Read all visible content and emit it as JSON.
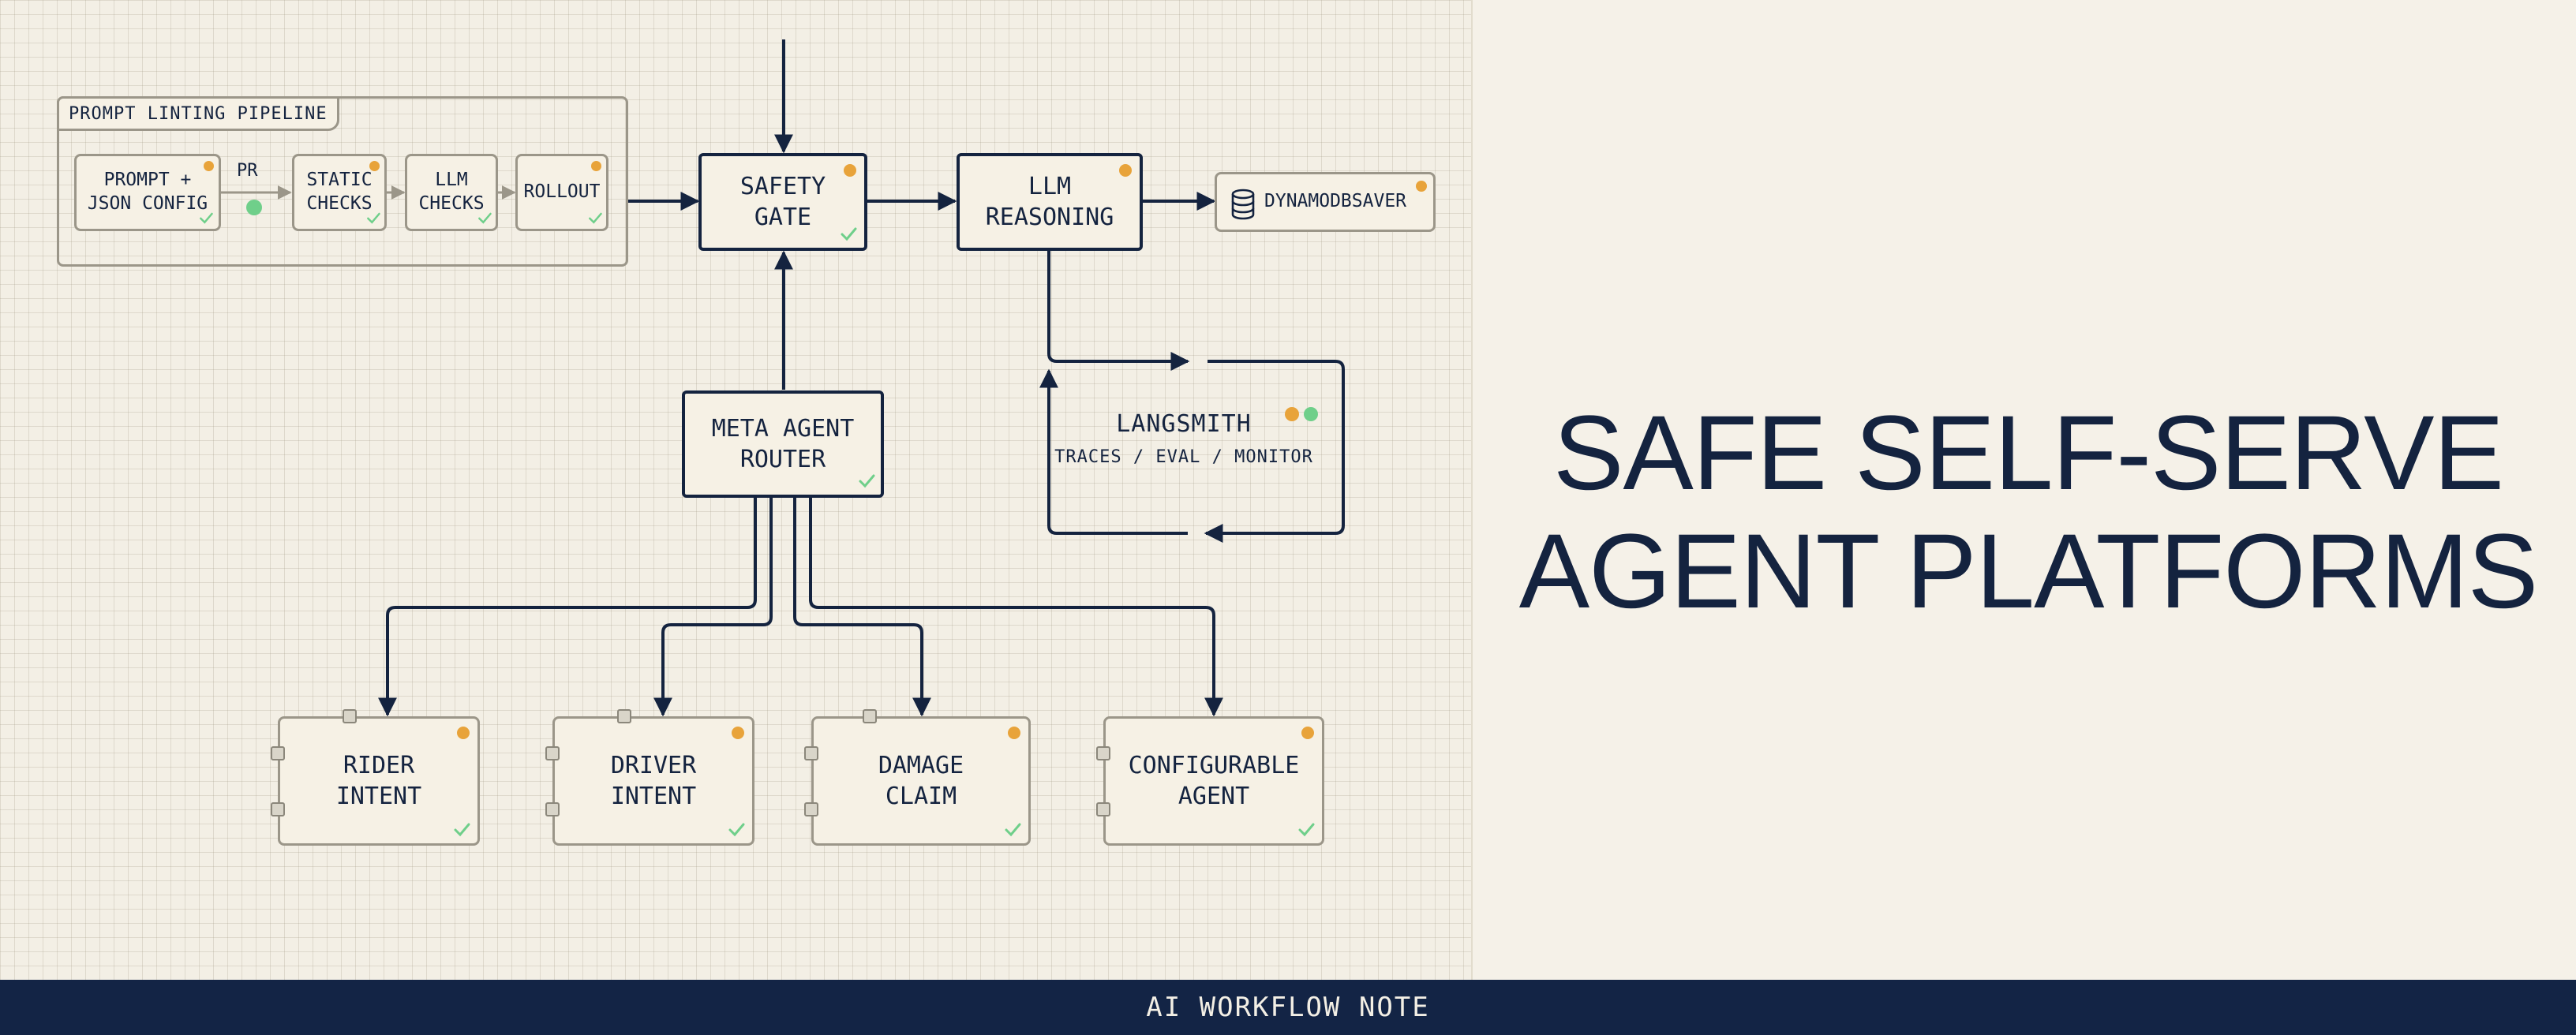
{
  "pipeline": {
    "title": "PROMPT LINTING PIPELINE",
    "steps": [
      {
        "label": "PROMPT +\nJSON CONFIG"
      },
      {
        "label": "STATIC\nCHECKS"
      },
      {
        "label": "LLM\nCHECKS"
      },
      {
        "label": "ROLLOUT"
      }
    ],
    "pr_label": "PR"
  },
  "nodes": {
    "safety_gate": "SAFETY\nGATE",
    "llm_reasoning": "LLM\nREASONING",
    "dynamodb_saver": "DYNAMODBSAVER",
    "meta_agent_router": "META AGENT\nROUTER",
    "langsmith_title": "LANGSMITH",
    "langsmith_subtitle": "TRACES / EVAL / MONITOR"
  },
  "agents": [
    {
      "label": "RIDER\nINTENT"
    },
    {
      "label": "DRIVER\nINTENT"
    },
    {
      "label": "DAMAGE\nCLAIM"
    },
    {
      "label": "CONFIGURABLE\nAGENT"
    }
  ],
  "hero": {
    "line1": "SAFE SELF-SERVE",
    "line2": "AGENT PLATFORMS"
  },
  "footer": "AI WORKFLOW NOTE",
  "colors": {
    "navy": "#14233f",
    "footer_bg": "#132445",
    "status_orange": "#e8a33a",
    "status_green": "#6fcf8a",
    "background": "#f5f1e8"
  },
  "icons": {
    "database": "database-icon",
    "status": "status-dot",
    "check": "check-icon"
  }
}
